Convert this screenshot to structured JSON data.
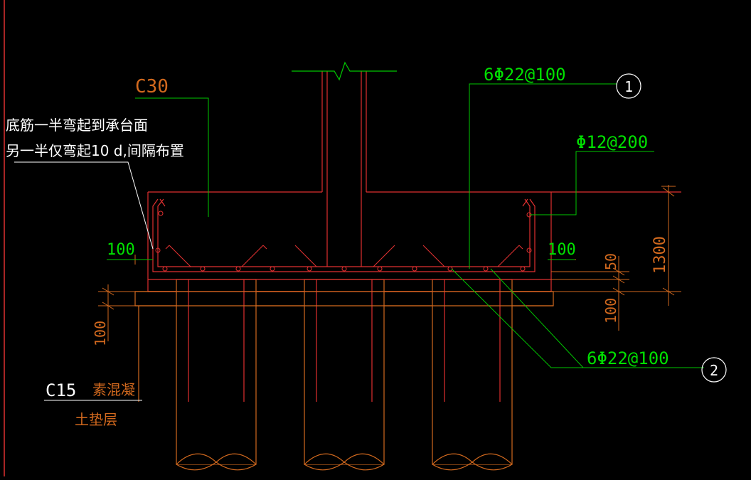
{
  "drawing": {
    "background": "#000000",
    "colors": {
      "concrete_outline": "#e03030",
      "rebar": "#e03030",
      "pile": "#d2691e",
      "leader": "#00c800",
      "dim": "#d2691e",
      "text_white": "#ffffff",
      "text_green": "#00e000",
      "text_orange": "#d2691e"
    }
  },
  "labels": {
    "concrete_grade": "C30",
    "note_line1": "底筋一半弯起到承台面",
    "note_line2": "另一半仅弯起10 d,间隔布置",
    "rebar_top": "6Φ22@100",
    "rebar_top_tag": "1",
    "rebar_stirrup": "Φ12@200",
    "rebar_bottom": "6Φ22@100",
    "rebar_bottom_tag": "2",
    "cover_left": "100",
    "cover_right": "100",
    "dim_50": "50",
    "dim_1300": "1300",
    "dim_100_right": "100",
    "dim_100_left": "100",
    "cushion_grade": "C15",
    "cushion_word1": "素混凝",
    "cushion_word2": "土垫层"
  }
}
